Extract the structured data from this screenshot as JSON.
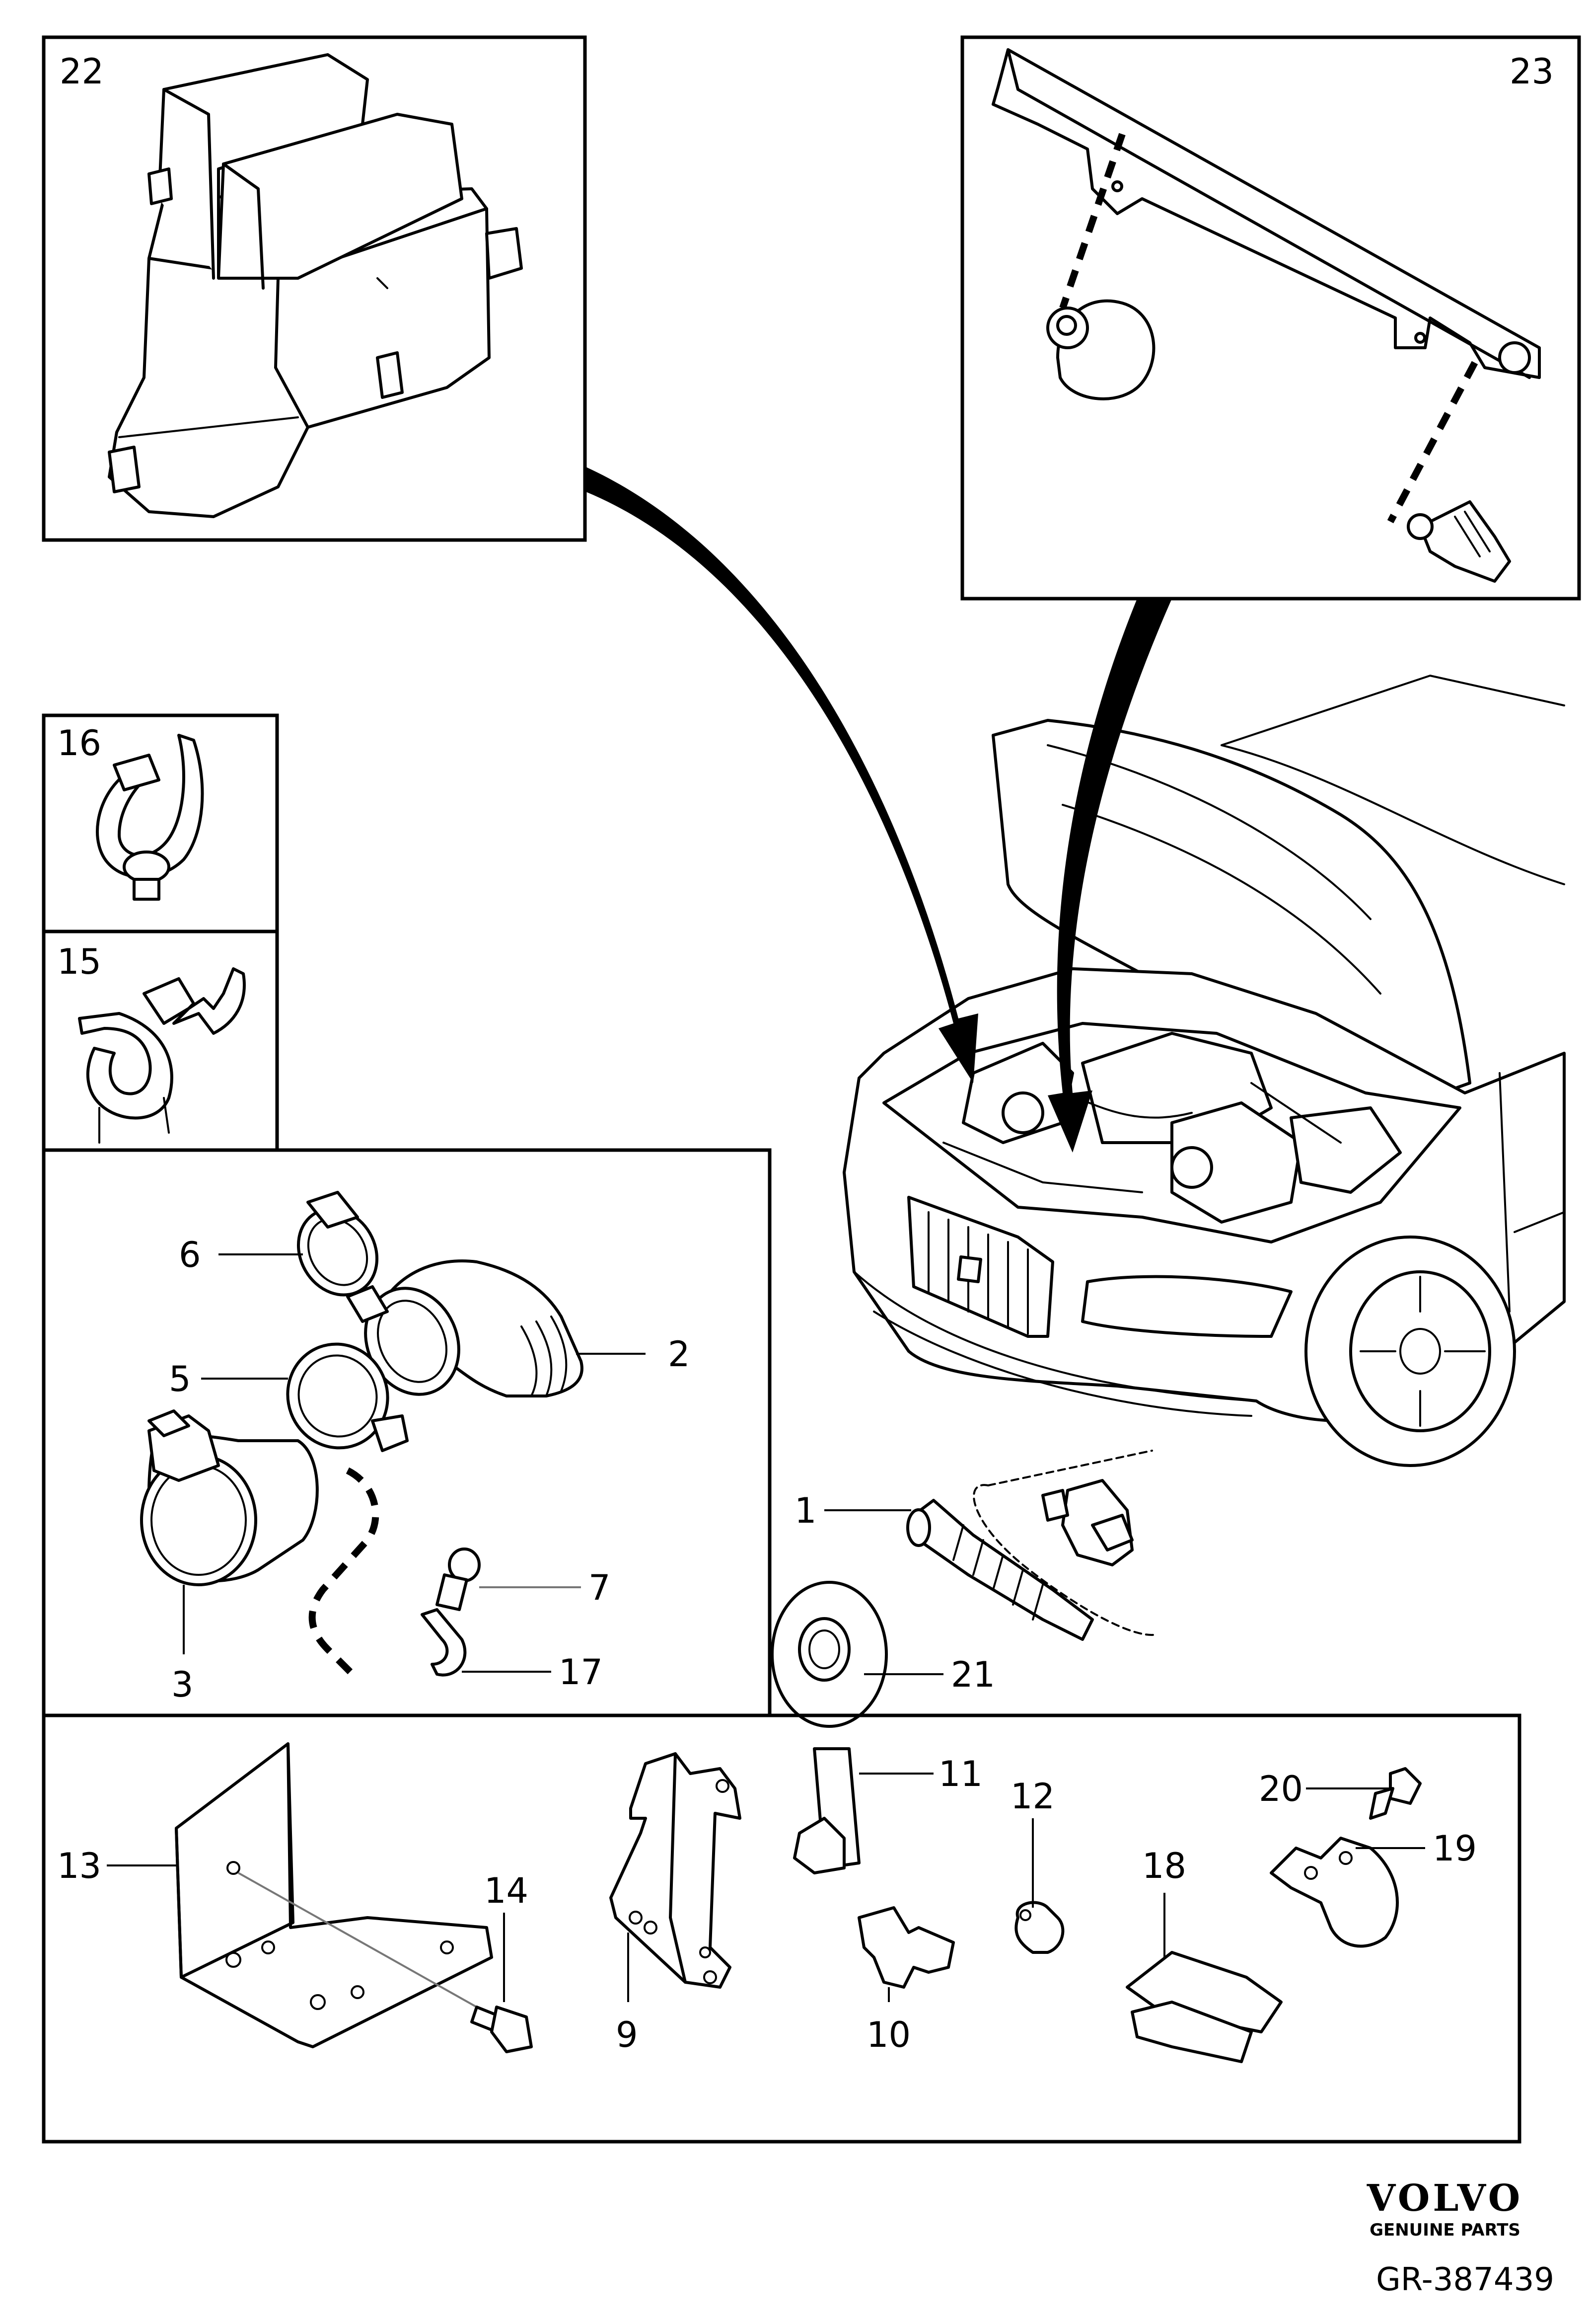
{
  "callouts": {
    "c1": "1",
    "c2": "2",
    "c3": "3",
    "c5": "5",
    "c6": "6",
    "c7": "7",
    "c9": "9",
    "c10": "10",
    "c11": "11",
    "c12": "12",
    "c13": "13",
    "c14": "14",
    "c15": "15",
    "c16": "16",
    "c17": "17",
    "c18": "18",
    "c19": "19",
    "c20": "20",
    "c21": "21",
    "c22": "22",
    "c23": "23"
  },
  "brand": {
    "name": "VOLVO",
    "tagline": "GENUINE PARTS"
  },
  "reference_code": "GR-387439"
}
